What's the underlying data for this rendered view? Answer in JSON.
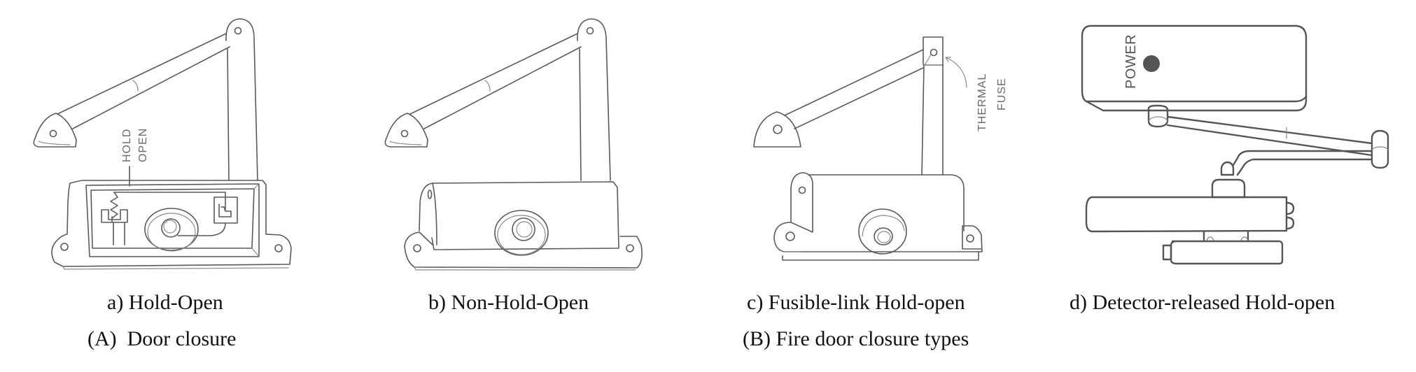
{
  "figure": {
    "panels": [
      {
        "id": "a",
        "caption": "a) Hold-Open",
        "labels": [
          "HOLD",
          "OPEN"
        ],
        "icon": "door-closer-hold-open-drawing"
      },
      {
        "id": "b",
        "caption": "b) Non-Hold-Open",
        "labels": [],
        "icon": "door-closer-non-hold-open-drawing"
      },
      {
        "id": "c",
        "caption": "c) Fusible-link Hold-open",
        "labels": [
          "THERMAL",
          "FUSE"
        ],
        "icon": "door-closer-fusible-link-drawing"
      },
      {
        "id": "d",
        "caption": "d) Detector-released Hold-open",
        "labels": [
          "POWER"
        ],
        "icon": "door-closer-detector-released-drawing"
      }
    ],
    "group_captions": {
      "A": "(A)  Door closure",
      "B": "(B) Fire door closure types"
    },
    "colors": {
      "line": "#5a5a5a",
      "indicator": "#555555",
      "caption_text": "#111111"
    }
  }
}
